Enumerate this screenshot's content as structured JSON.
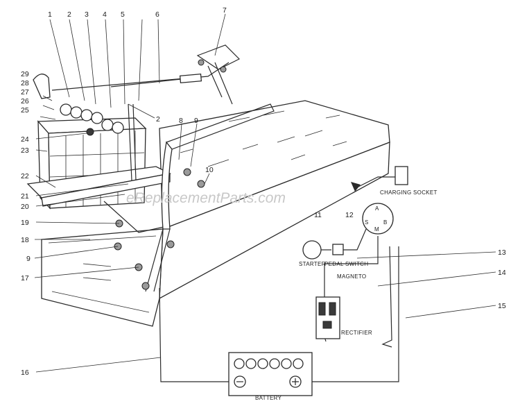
{
  "watermark": "eReplacementParts.com",
  "callouts": [
    "1",
    "2",
    "3",
    "4",
    "5",
    "6",
    "7",
    "2",
    "8",
    "9",
    "10",
    "11",
    "12",
    "13",
    "14",
    "15",
    "16",
    "17",
    "9",
    "18",
    "19",
    "20",
    "21",
    "22",
    "23",
    "24",
    "25",
    "26",
    "27",
    "28",
    "29"
  ],
  "schematic": {
    "charging_socket": "CHARGING SOCKET",
    "starter": "STARTER",
    "pedal_switch": "PEDAL SWITCH",
    "magneto": "MAGNETO",
    "rectifier": "RECTIFIER",
    "battery": "BATTERY",
    "terminal_a": "A",
    "terminal_s": "S",
    "terminal_m": "M",
    "terminal_b": "B"
  },
  "colors": {
    "line": "#2a2a2a",
    "watermark": "#c8c8c8"
  }
}
